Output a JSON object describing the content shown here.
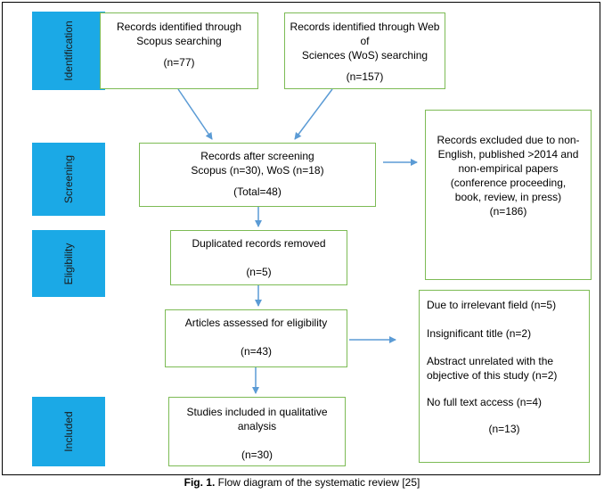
{
  "stages": {
    "identification": "Identification",
    "screening": "Screening",
    "eligibility": "Eligibility",
    "included": "Included"
  },
  "boxes": {
    "scopus": {
      "line1": "Records identified through",
      "line2": "Scopus searching",
      "count": "(n=77)"
    },
    "wos": {
      "line1": "Records identified through Web of",
      "line2": "Sciences (WoS) searching",
      "count": "(n=157)"
    },
    "screening": {
      "line1": "Records after screening",
      "line2": "Scopus (n=30), WoS (n=18)",
      "total": "(Total=48)"
    },
    "excluded": {
      "line1": "Records excluded due to non-",
      "line2": "English, published >2014 and",
      "line3": "non-empirical papers",
      "line4": "(conference proceeding,",
      "line5": "book, review, in press)",
      "count": "(n=186)"
    },
    "duplicates": {
      "line1": "Duplicated records removed",
      "count": "(n=5)"
    },
    "assessed": {
      "line1": "Articles assessed for eligibility",
      "count": "(n=43)"
    },
    "reasons": {
      "r1": "Due to irrelevant field (n=5)",
      "r2": "Insignificant title (n=2)",
      "r3a": "Abstract unrelated with the",
      "r3b": "objective of this study (n=2)",
      "r4": "No full text access (n=4)",
      "count": "(n=13)"
    },
    "included": {
      "line1": "Studies included in qualitative",
      "line2": "analysis",
      "count": "(n=30)"
    }
  },
  "caption": {
    "label": "Fig. 1.",
    "text": " Flow diagram of the systematic review [25]"
  },
  "colors": {
    "stage_fill": "#1ba9e6",
    "box_border": "#7dbb55",
    "arrow": "#5b9bd5"
  }
}
